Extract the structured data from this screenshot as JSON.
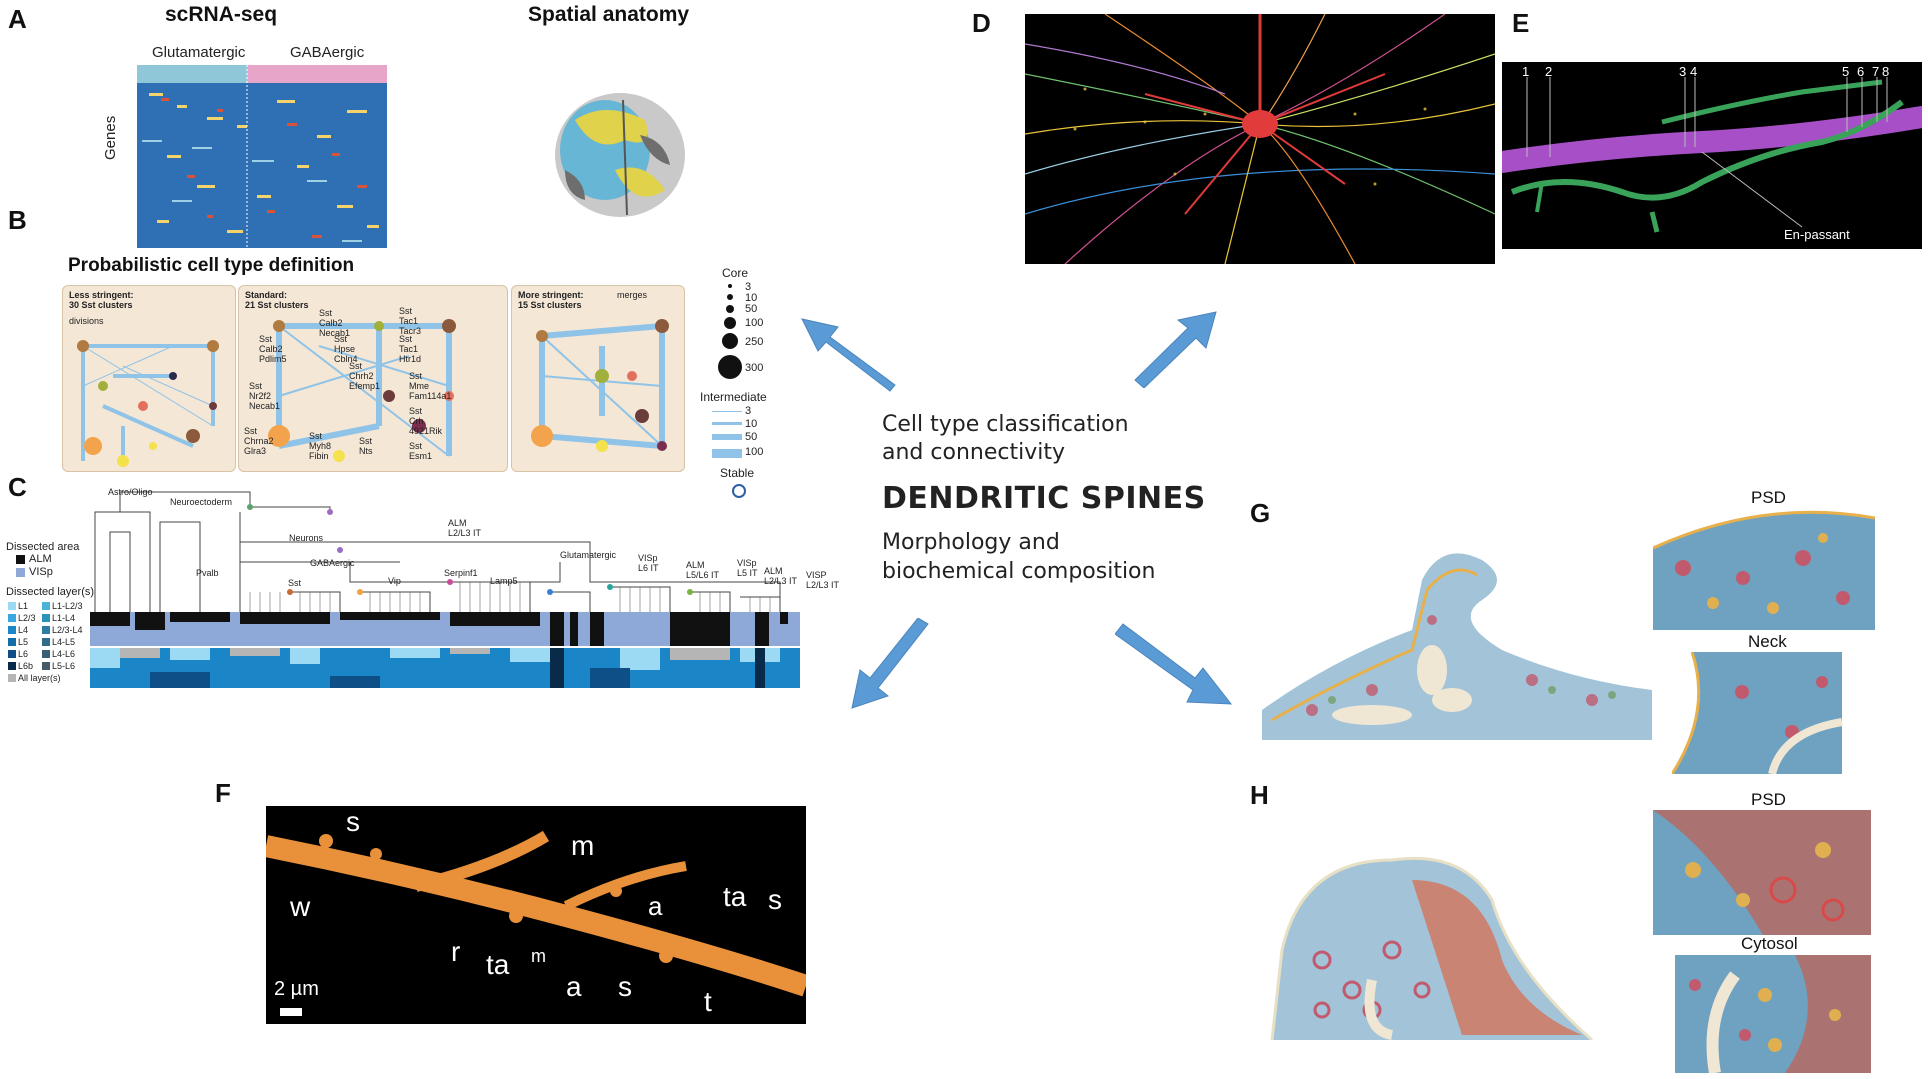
{
  "panels": {
    "a": {
      "letter": "A",
      "title_left": "scRNA-seq",
      "title_right": "Spatial anatomy",
      "glut": "Glutamatergic",
      "gaba": "GABAergic",
      "genes": "Genes"
    },
    "b": {
      "letter": "B",
      "title": "Probabilistic cell type definition",
      "box1": {
        "title": "Less stringent:",
        "sub": "30 Sst clusters",
        "note": "divisions"
      },
      "box2": {
        "title": "Standard:",
        "sub": "21 Sst clusters"
      },
      "box3": {
        "title": "More stringent:",
        "sub": "15 Sst clusters",
        "note": "merges"
      },
      "legend": {
        "core": "Core",
        "core_vals": [
          "3",
          "10",
          "50",
          "100",
          "250",
          "300"
        ],
        "intermediate": "Intermediate",
        "inter_vals": [
          "3",
          "10",
          "50",
          "100"
        ],
        "stable": "Stable"
      }
    },
    "c": {
      "letter": "C",
      "area_title": "Dissected area",
      "areas": [
        "ALM",
        "VISp"
      ],
      "layer_title": "Dissected layer(s)",
      "layers": [
        "L1",
        "L1-L2/3",
        "L2/3",
        "L1-L4",
        "L4",
        "L2/3-L4",
        "L5",
        "L4-L5",
        "L6",
        "L4-L6",
        "L6b",
        "L5-L6",
        "All layer(s)"
      ],
      "tree_labels": [
        "Astro/Oligo",
        "Neuroectoderm",
        "Neurons",
        "ALM",
        "L2/L3 IT",
        "GABAergic",
        "Glutamatergic",
        "Pvalb",
        "Sst",
        "Vip",
        "Serpinf1",
        "Lamp5",
        "VISp",
        "L6 IT",
        "ALM",
        "L5/L6 IT",
        "VISp",
        "L5 IT",
        "ALM",
        "L2/L3 IT",
        "VISP",
        "L2/L3 IT"
      ]
    },
    "d": {
      "letter": "D"
    },
    "e": {
      "letter": "E",
      "numbers": [
        "1",
        "2",
        "3",
        "4",
        "5",
        "6",
        "7",
        "8"
      ],
      "note": "En-passant"
    },
    "f": {
      "letter": "F",
      "labels": [
        "s",
        "m",
        "w",
        "r",
        "ta",
        "m",
        "a",
        "ta",
        "a",
        "s",
        "s",
        "t"
      ],
      "scale": "2 µm"
    },
    "g": {
      "letter": "G",
      "psd": "PSD",
      "neck": "Neck"
    },
    "h": {
      "letter": "H",
      "psd": "PSD",
      "cytosol": "Cytosol"
    }
  },
  "center": {
    "line1": "Cell type classification",
    "line2": "and connectivity",
    "title": "DENDRITIC SPINES",
    "line3": "Morphology and",
    "line4": "biochemical composition"
  },
  "colors": {
    "arrow": "#5b9bd5",
    "tan": "#f4e7d6",
    "heat_blue": "#2f6fb4",
    "orange_dendrite": "#e8913a",
    "purple": "#a64fc7",
    "green": "#3aa35a"
  }
}
